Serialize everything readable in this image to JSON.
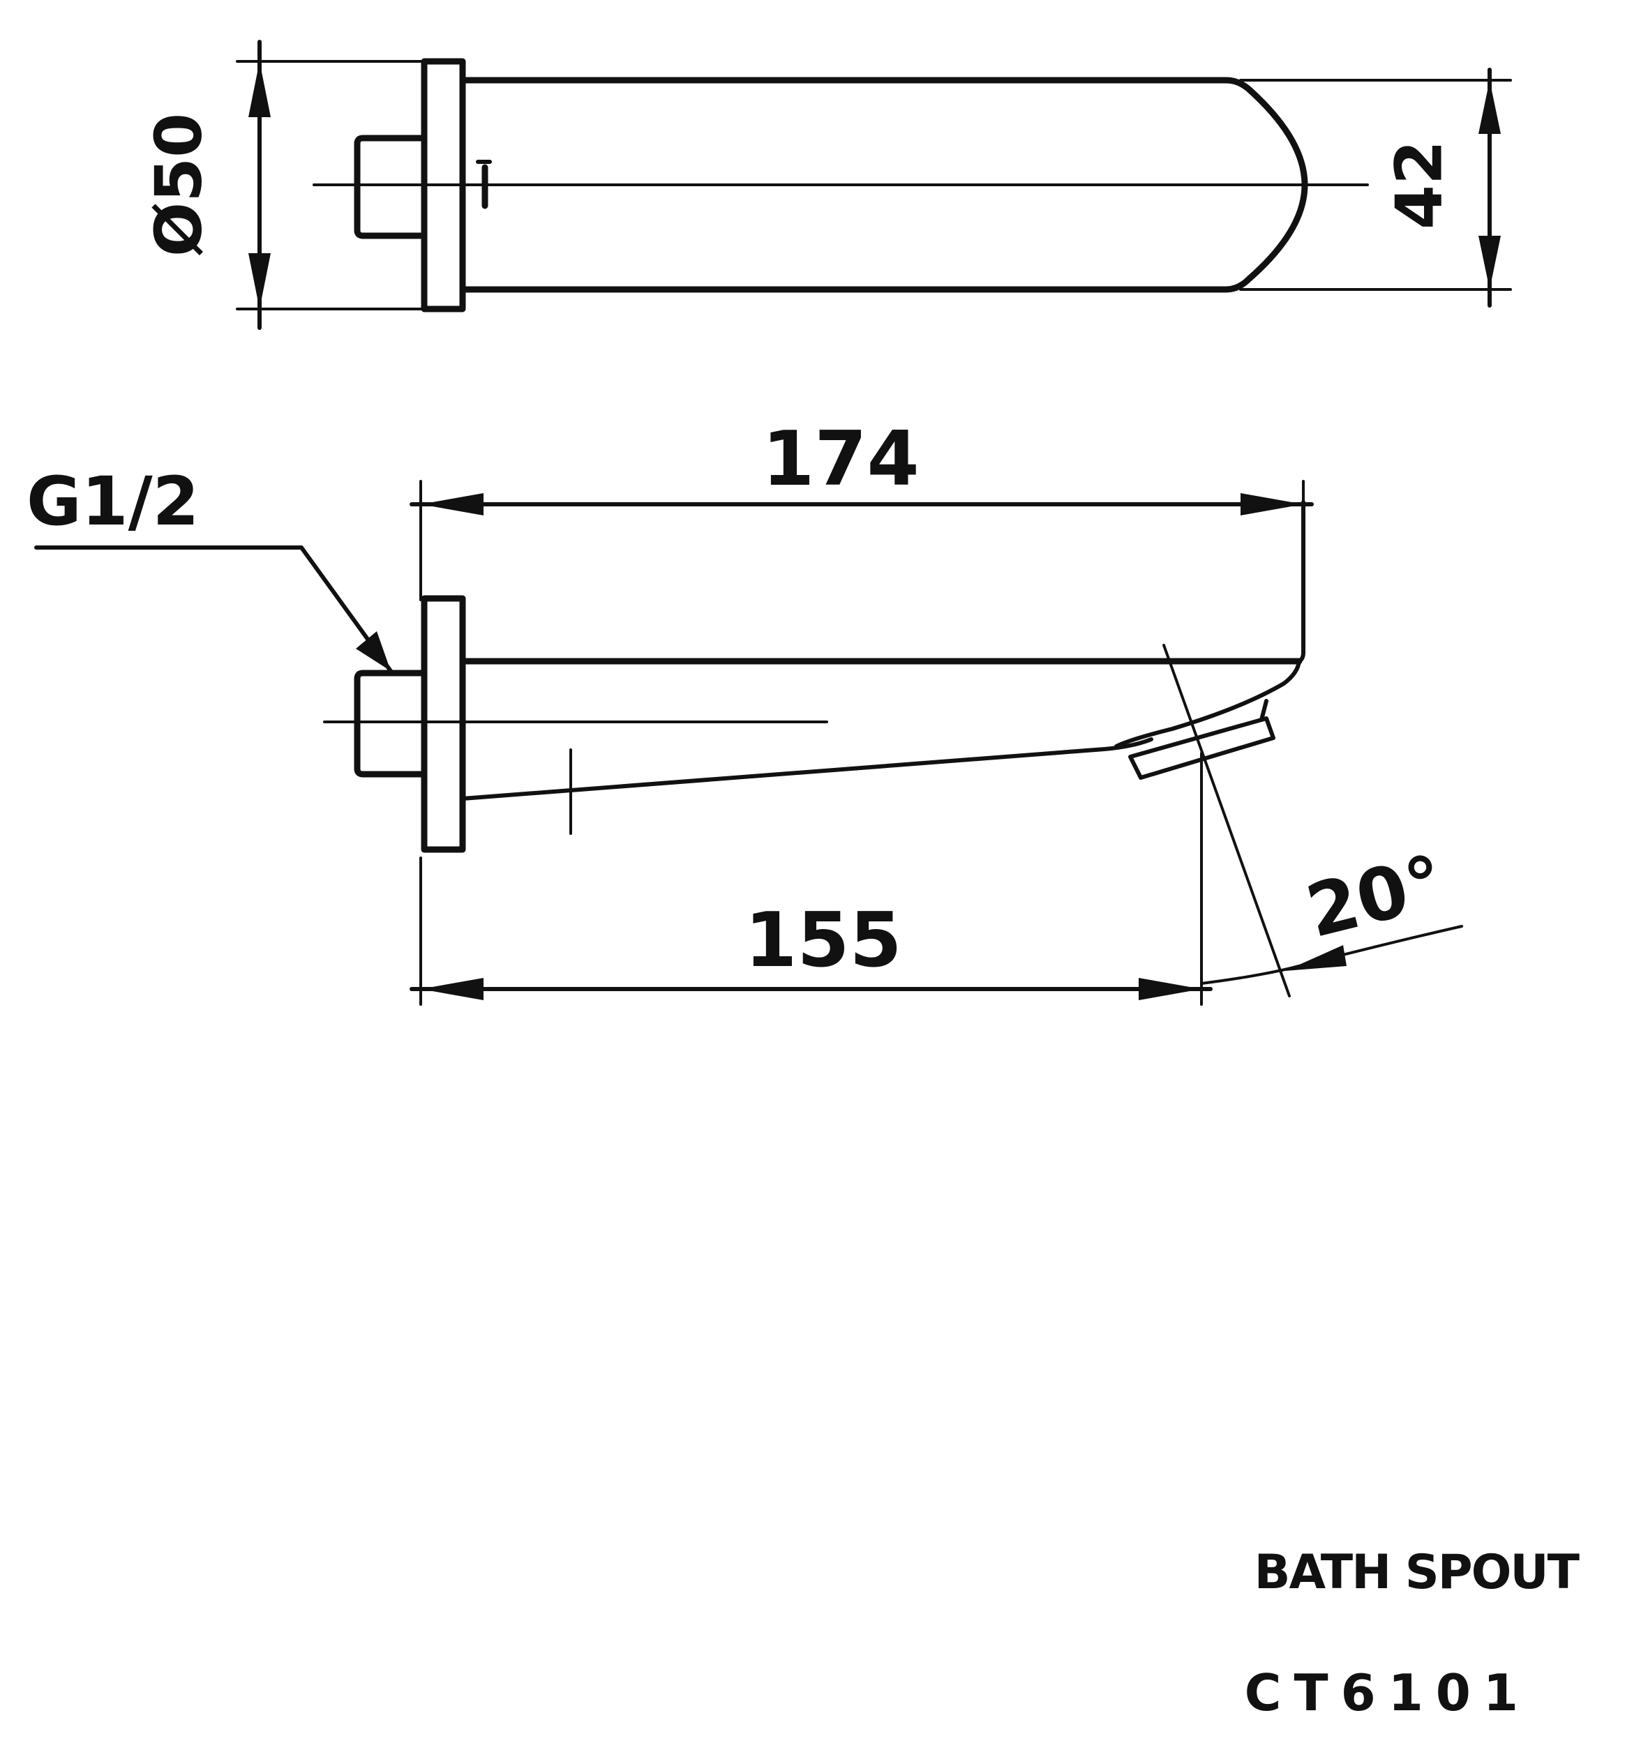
{
  "dimensions": {
    "diameter": "Ø50",
    "spout_height": "42",
    "thread": "G1/2",
    "overall_length": "174",
    "projection": "155",
    "angle": "20°"
  },
  "caption": {
    "title": "BATH SPOUT",
    "model": "CT6101"
  }
}
